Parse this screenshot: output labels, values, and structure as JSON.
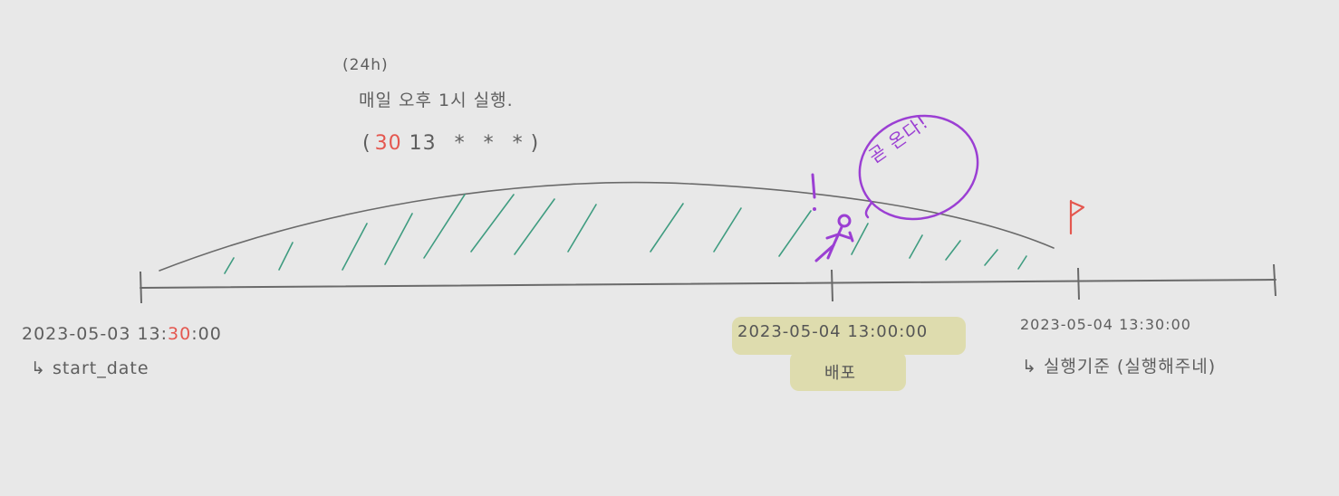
{
  "note": {
    "line1": "(24h)",
    "line2": "매일 오후 1시 실행.",
    "cron_open": "(",
    "cron_min": "30",
    "cron_rest": "13 * * *",
    "cron_close": ")"
  },
  "bubble_text": "곧 온다!",
  "exclaim": "!",
  "labels": {
    "start_date_prefix": "2023-05-03  13:",
    "start_date_min": "30",
    "start_date_suffix": ":00",
    "start_caption": "↳ start_date",
    "deploy_date": "2023-05-04  13:00:00",
    "deploy_caption": "배포",
    "run_date": "2023-05-04  13:30:00",
    "run_caption": "↳  실행기준 (실행해주네)"
  },
  "colors": {
    "pencil": "#6a6a6a",
    "hatch": "#3f9c80",
    "purple": "#9b3fd3",
    "red": "#e4574f",
    "highlight": "#dedcae",
    "background": "#e8e8e8"
  }
}
